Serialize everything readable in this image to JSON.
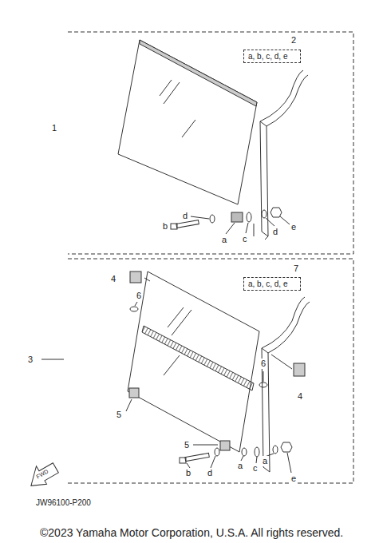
{
  "diagram": {
    "nodes": [
      {
        "text": [
          "a, b, c, d, e"
        ]
      },
      {
        "text": [
          "a, b, c, d, e"
        ]
      }
    ],
    "labels": [
      "2",
      "1",
      "d",
      "b",
      "a",
      "c",
      "d",
      "e",
      "7",
      "4",
      "6",
      "3",
      "6",
      "4",
      "5",
      "5",
      "b",
      "d",
      "a",
      "c",
      "a",
      "e",
      "FWD",
      "JW96100-P200",
      "©2023 Yamaha Motor Corporation, U.S.A. All rights reserved."
    ]
  }
}
